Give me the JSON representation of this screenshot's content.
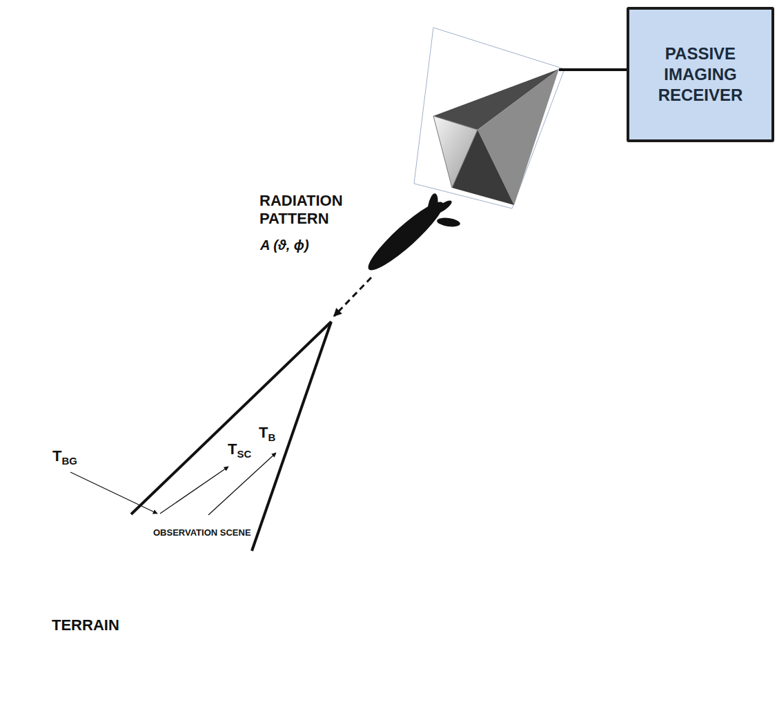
{
  "diagram": {
    "nodes": [
      {
        "text": [
          "PASSIVE IMAGING RECEIVER"
        ]
      },
      {
        "text": [
          "TERRAIN"
        ]
      },
      {
        "text": [
          "OBSERVATION SCENE"
        ],
        "in": 1
      }
    ],
    "labels": [
      "RADIATION PATTERN",
      "A (ϑ, ϕ)",
      "TBG",
      "TSC",
      "TB"
    ]
  }
}
